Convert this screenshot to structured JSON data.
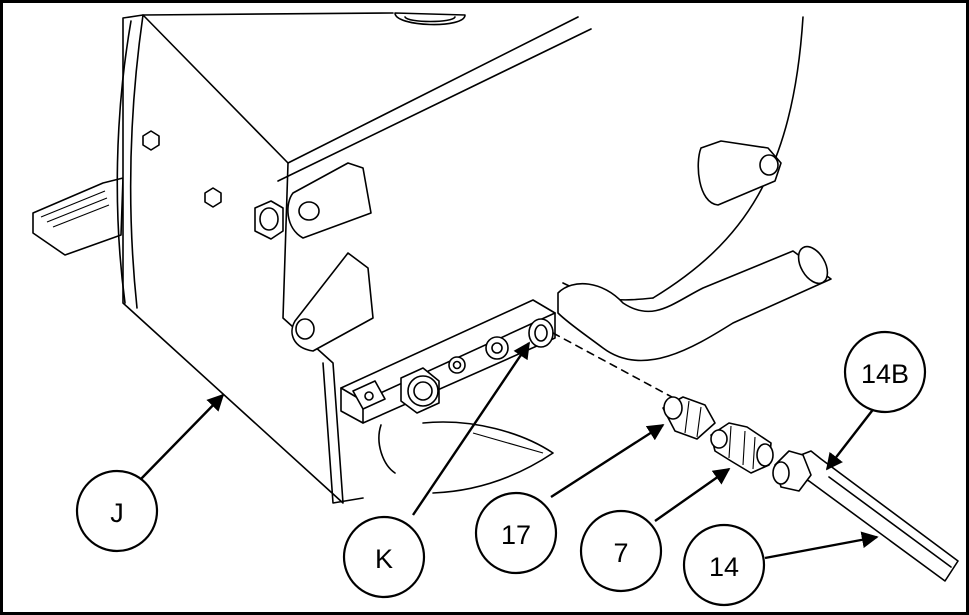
{
  "callouts": {
    "j": "J",
    "k": "K",
    "c17": "17",
    "c7": "7",
    "c14": "14",
    "c14b": "14B"
  }
}
